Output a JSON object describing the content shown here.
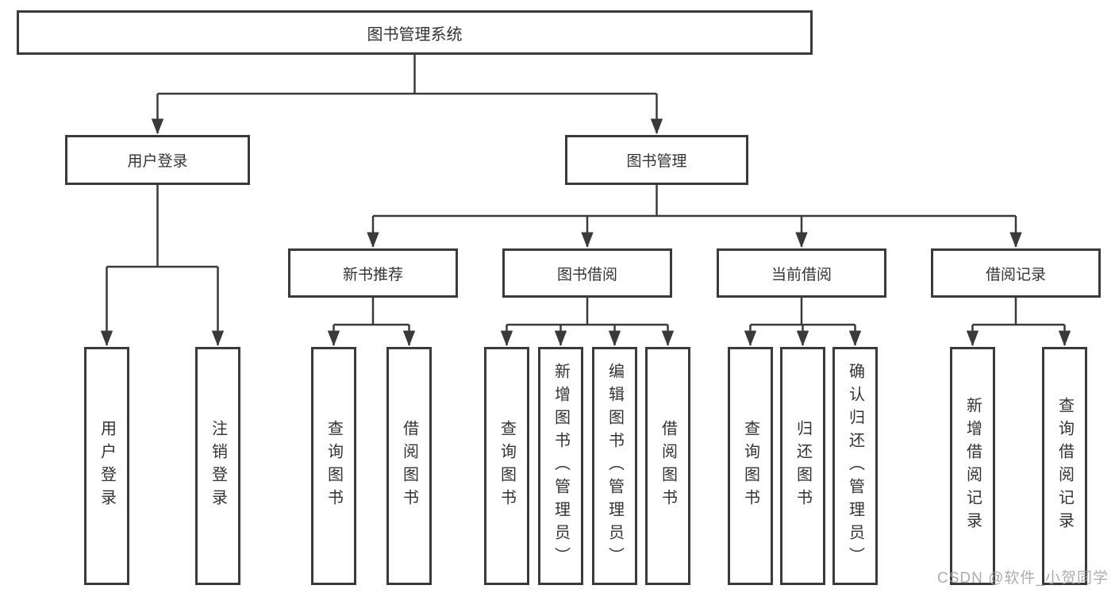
{
  "diagram": {
    "root": "图书管理系统",
    "level2": [
      "用户登录",
      "图书管理"
    ],
    "level3": [
      "新书推荐",
      "图书借阅",
      "当前借阅",
      "借阅记录"
    ],
    "leaf_groups": [
      {
        "parent": "用户登录",
        "items": [
          "用户登录",
          "注销登录"
        ]
      },
      {
        "parent": "新书推荐",
        "items": [
          "查询图书",
          "借阅图书"
        ]
      },
      {
        "parent": "图书借阅",
        "items": [
          "查询图书",
          "新增图书（管理员）",
          "编辑图书（管理员）",
          "借阅图书"
        ]
      },
      {
        "parent": "当前借阅",
        "items": [
          "查询图书",
          "归还图书",
          "确认归还（管理员）"
        ]
      },
      {
        "parent": "借阅记录",
        "items": [
          "新增借阅记录",
          "查询借阅记录"
        ]
      }
    ],
    "colors": {
      "line": "#3a3a3a",
      "text": "#333333",
      "background": "#ffffff"
    },
    "watermark": "CSDN @软件_小贺同学"
  }
}
